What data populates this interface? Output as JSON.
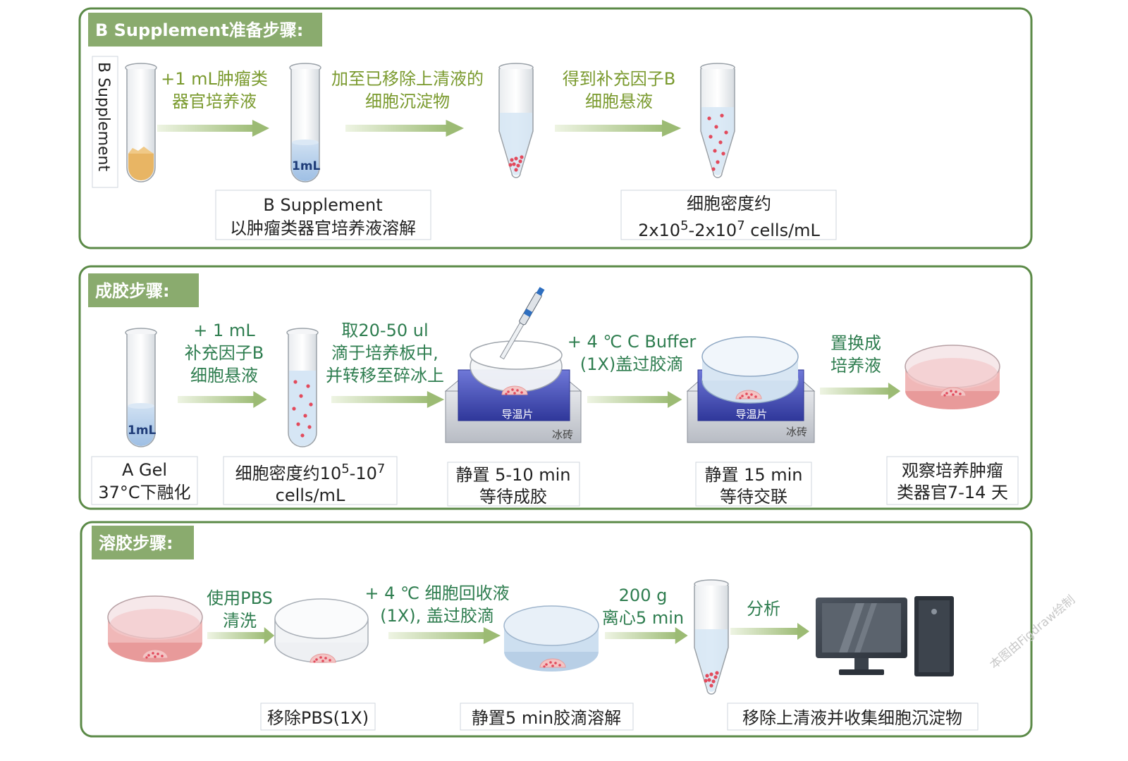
{
  "section1": {
    "title": "B Supplement准备步骤:",
    "vertical_label": "B Supplement",
    "step1": {
      "line1": "+1 mL肿瘤类",
      "line2": "器官培养液",
      "tube_label": "1mL"
    },
    "step2": {
      "line1": "加至已移除上清液的",
      "line2": "细胞沉淀物"
    },
    "step3": {
      "line1": "得到补充因子B",
      "line2": "细胞悬液"
    },
    "box1": {
      "line1": "B Supplement",
      "line2": "以肿瘤类器官培养液溶解"
    },
    "box2": {
      "line1": "细胞密度约",
      "a": "2x10",
      "a_exp": "5",
      "b": "-2x10",
      "b_exp": "7",
      "c": " cells/mL"
    }
  },
  "section2": {
    "title": "成胶步骤:",
    "tube_label": "1mL",
    "arrow1": {
      "line1": "+ 1 mL",
      "line2": "补充因子B",
      "line3": "细胞悬液"
    },
    "arrow2": {
      "line1": "取20-50 ul",
      "line2": "滴于培养板中,",
      "line3": "并转移至碎冰上"
    },
    "arrow3": {
      "line1": "+ 4 ℃ C Buffer",
      "line2": "(1X)盖过胶滴"
    },
    "arrow4": {
      "line1": "置换成",
      "line2": "培养液"
    },
    "plate_label": "导温片",
    "ice_label": "冰砖",
    "box1": {
      "line1": "A Gel",
      "line2": "37°C下融化"
    },
    "box2": {
      "line1a": "细胞密度约10",
      "exp1": "5",
      "line1b": "-10",
      "exp2": "7",
      "line2": "cells/mL"
    },
    "box3": {
      "line1": "静置 5-10 min",
      "line2": "等待成胶"
    },
    "box4": {
      "line1": "静置 15 min",
      "line2": "等待交联"
    },
    "box5": {
      "line1": "观察培养肿瘤",
      "line2": "类器官7-14 天"
    }
  },
  "section3": {
    "title": "溶胶步骤:",
    "arrow1": {
      "line1": "使用PBS",
      "line2": "清洗"
    },
    "arrow2": {
      "line1": "+ 4 ℃ 细胞回收液",
      "line2": "(1X), 盖过胶滴"
    },
    "arrow3": {
      "line1": "200 g",
      "line2": "离心5 min"
    },
    "arrow4": {
      "line1": "分析"
    },
    "box1": "移除PBS(1X)",
    "box2": "静置5 min胶滴溶解",
    "box3": "移除上清液并收集细胞沉淀物"
  },
  "watermark": "本图由Figdraw绘制",
  "colors": {
    "frame": "#5b8a47",
    "title_bg": "#8aab6e",
    "text_green": "#7a9a2e",
    "text_teal": "#2e7d4f",
    "arrow": "#c5d9a8",
    "dish_pink": "#e8a0a0",
    "cell_red": "#e05a6a",
    "plate_blue": "#3a44a8"
  }
}
